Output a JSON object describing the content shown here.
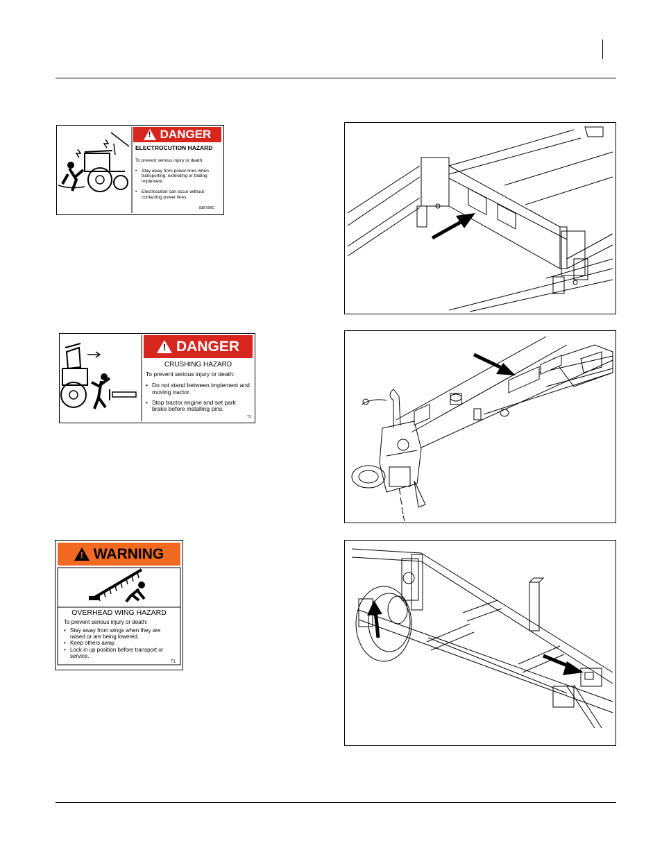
{
  "decals": {
    "electrocution": {
      "signal_word": "DANGER",
      "hazard": "ELECTROCUTION HAZARD",
      "intro": "To prevent serious injury or death:",
      "bullets": [
        "Stay away from power lines when transporting, extending or folding implement.",
        "Electrocution can occur without contacting power lines."
      ],
      "code": "838-599C",
      "header_color": "#d7261e"
    },
    "crushing": {
      "signal_word": "DANGER",
      "hazard": "CRUSHING HAZARD",
      "intro": "To prevent serious injury or death:",
      "bullets": [
        "Do not stand between implement and moving tractor.",
        "Stop tractor engine and set park brake before installing pins."
      ],
      "code": "T3",
      "header_color": "#d7261e"
    },
    "wing": {
      "signal_word": "WARNING",
      "hazard": "OVERHEAD WING HAZARD",
      "intro": "To prevent serious injury or death:",
      "bullets": [
        "Stay away from wings when they are raised or are being lowered.",
        "Keep others away.",
        "Lock in up position before transport or service."
      ],
      "code": "T1",
      "header_color": "#f26a21"
    }
  },
  "figures": [
    {
      "name": "frame-center-decal-location"
    },
    {
      "name": "hitch-tongue-decal-location"
    },
    {
      "name": "wing-frame-decal-location"
    }
  ]
}
